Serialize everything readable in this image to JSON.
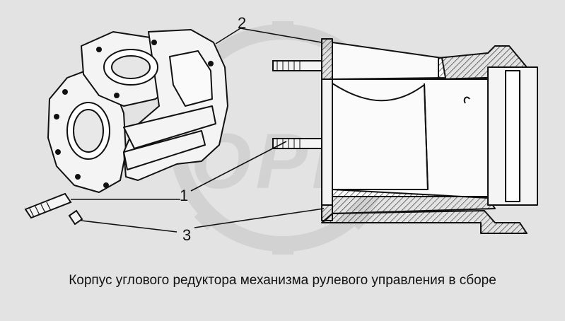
{
  "watermark": {
    "text": "OPEX"
  },
  "callouts": {
    "c1": "1",
    "c2": "2",
    "c3": "3"
  },
  "caption": "Корпус углового редуктора механизма рулевого управления в сборе",
  "colors": {
    "background": "#e3e3e3",
    "ink": "#111111",
    "watermark": "#d2d2d2"
  }
}
